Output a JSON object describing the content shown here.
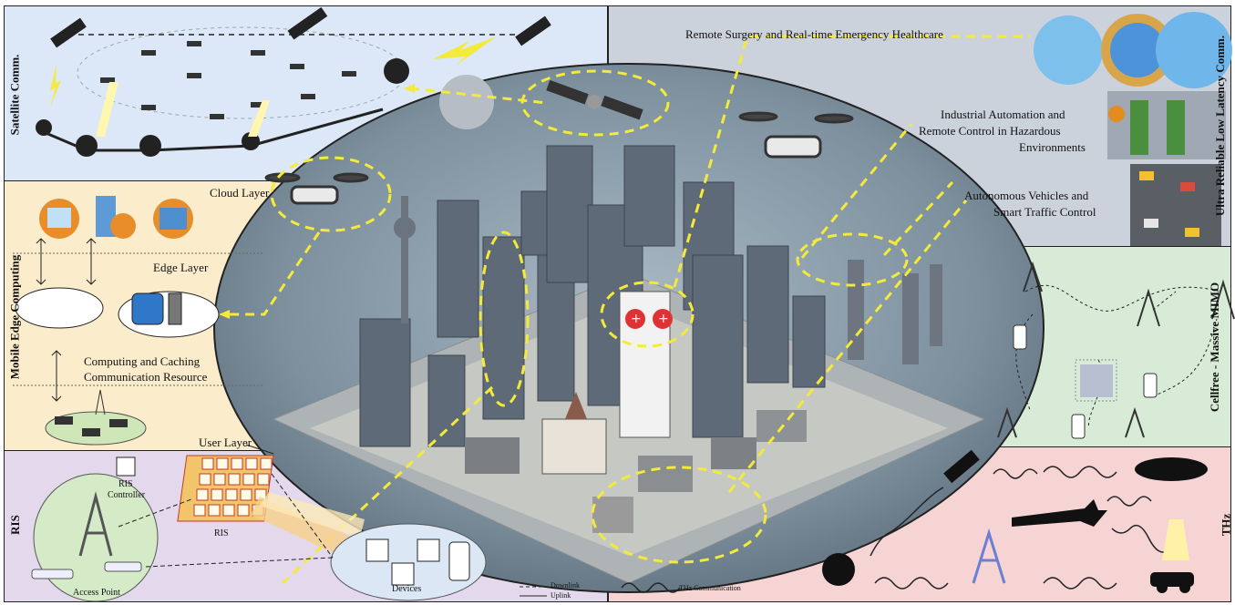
{
  "panels": {
    "satellite": {
      "label": "Satellite Comm.",
      "bg": "#dce8f7"
    },
    "mec": {
      "label": "Mobile Edge Computing",
      "bg": "#fbeccb"
    },
    "ris": {
      "label": "RIS",
      "bg": "#e4d9ec"
    },
    "urllc": {
      "label": "Ultra Reliable Low Latency Comm.",
      "bg": "#ccd2dc"
    },
    "mimo": {
      "label": "Cellfree - Massive MIMO",
      "bg": "#d8ebd6"
    },
    "thz": {
      "label": "THz",
      "bg": "#f6d4d4"
    }
  },
  "mec": {
    "cloud_layer": "Cloud Layer",
    "edge_layer": "Edge Layer",
    "computing_caching": "Computing and Caching",
    "communication_resource": "Communication Resource",
    "user_layer": "User Layer"
  },
  "ris": {
    "controller_line1": "RIS",
    "controller_line2": "Controller",
    "ris_label": "RIS",
    "access_point": "Access Point",
    "devices": "Devices",
    "legend_downlink": "Downlink",
    "legend_uplink": "Uplink"
  },
  "urllc": {
    "healthcare": "Remote Surgery and Real-time Emergency Healthcare",
    "industrial_line1": "Industrial Automation and",
    "industrial_line2": "Remote Control in Hazardous",
    "industrial_line3": "Environments",
    "vehicles_line1": "Autonomous Vehicles and",
    "vehicles_line2": "Smart Traffic Control"
  },
  "thz": {
    "legend": "THz Communication"
  },
  "colors": {
    "highlight": "#f3ea3a",
    "city_bg": "#6f8596",
    "building": "#5b6470"
  }
}
